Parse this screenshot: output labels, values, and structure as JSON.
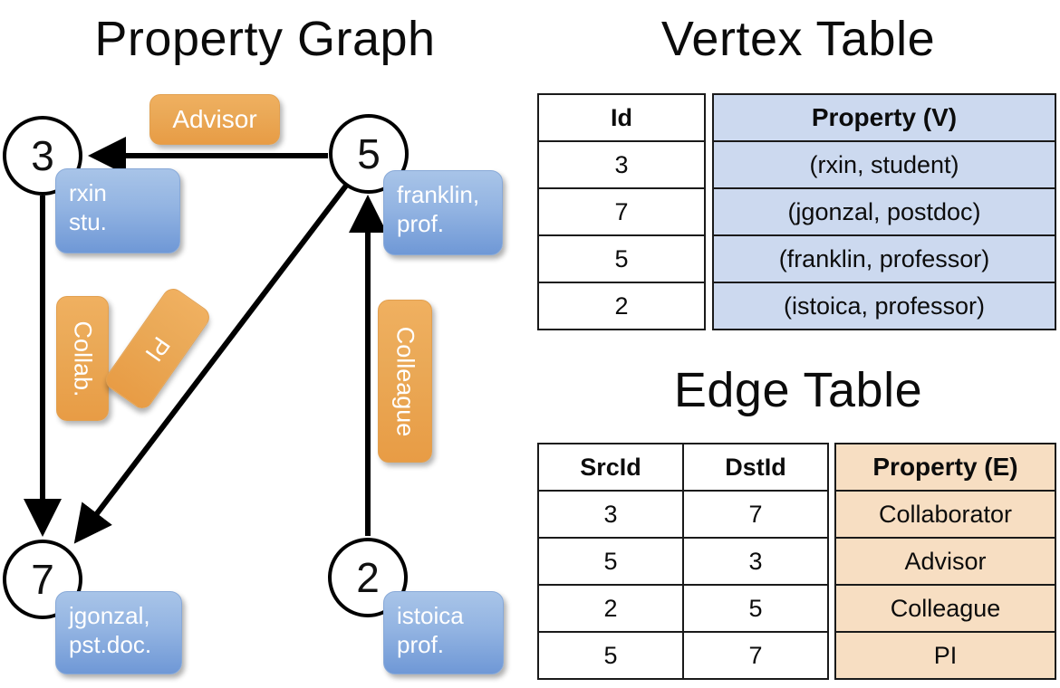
{
  "panels": {
    "graph_title": "Property Graph",
    "vertex_title": "Vertex Table",
    "edge_title": "Edge Table"
  },
  "colors": {
    "vertex_property_fill": "#ccd9ef",
    "edge_property_fill": "#f7dec2",
    "node_property_bubble": "#93b4e2",
    "edge_label_bubble": "#eaa957",
    "stroke": "#000000"
  },
  "graph": {
    "nodes": [
      {
        "id": "3",
        "property": "rxin\nstu."
      },
      {
        "id": "5",
        "property": "franklin,\nprof."
      },
      {
        "id": "7",
        "property": "jgonzal,\npst.doc."
      },
      {
        "id": "2",
        "property": "istoica\nprof."
      }
    ],
    "edge_labels": [
      {
        "name": "advisor",
        "text": "Advisor"
      },
      {
        "name": "collab",
        "text": "Collab."
      },
      {
        "name": "pi",
        "text": "PI"
      },
      {
        "name": "colleague",
        "text": "Colleague"
      }
    ],
    "edges": [
      {
        "src": "5",
        "dst": "3",
        "label": "Advisor"
      },
      {
        "src": "3",
        "dst": "7",
        "label": "Collab."
      },
      {
        "src": "5",
        "dst": "7",
        "label": "PI"
      },
      {
        "src": "2",
        "dst": "5",
        "label": "Colleague"
      }
    ]
  },
  "vertex_table": {
    "headers": {
      "id": "Id",
      "property": "Property (V)"
    },
    "rows": [
      {
        "id": "3",
        "property": "(rxin, student)"
      },
      {
        "id": "7",
        "property": "(jgonzal, postdoc)"
      },
      {
        "id": "5",
        "property": "(franklin, professor)"
      },
      {
        "id": "2",
        "property": "(istoica, professor)"
      }
    ]
  },
  "edge_table": {
    "headers": {
      "src": "SrcId",
      "dst": "DstId",
      "property": "Property (E)"
    },
    "rows": [
      {
        "src": "3",
        "dst": "7",
        "property": "Collaborator"
      },
      {
        "src": "5",
        "dst": "3",
        "property": "Advisor"
      },
      {
        "src": "2",
        "dst": "5",
        "property": "Colleague"
      },
      {
        "src": "5",
        "dst": "7",
        "property": "PI"
      }
    ]
  }
}
